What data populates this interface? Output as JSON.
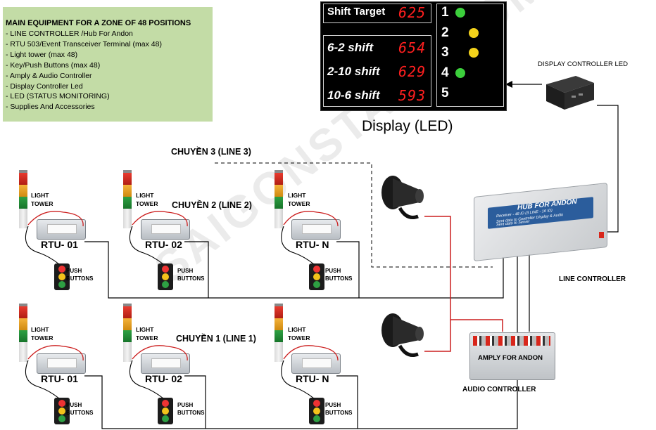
{
  "equipment": {
    "title": "MAIN EQUIPMENT FOR A ZONE OF 48 POSITIONS",
    "items": [
      "- LINE CONTROLLER /Hub For Andon",
      "- RTU 503/Event Transceiver Terminal (max 48)",
      "- Light tower (max 48)",
      "- Key/Push Buttons (max 48)",
      "- Amply & Audio Controller",
      "- Display Controller Led",
      "- LED (STATUS MONITORING)",
      "- Supplies And Accessories"
    ]
  },
  "display": {
    "caption": "Display (LED)",
    "shift_target_label": "Shift Target",
    "shift_target_value": "625",
    "shifts": [
      {
        "label": "6-2  shift",
        "value": "654"
      },
      {
        "label": "2-10 shift",
        "value": "629"
      },
      {
        "label": "10-6 shift",
        "value": "593"
      }
    ],
    "rows": [
      {
        "num": "1",
        "color": "#3ccf3c"
      },
      {
        "num": "2",
        "color": "#f3d21b"
      },
      {
        "num": "3",
        "color": "#f3d21b"
      },
      {
        "num": "4",
        "color": "#3ccf3c"
      },
      {
        "num": "5",
        "color": ""
      }
    ]
  },
  "labels": {
    "display_controller": "DISPLAY CONTROLLER LED",
    "line3": "CHUYỀN 3 (LINE 3)",
    "line2": "CHUYỀN 2 (LINE 2)",
    "line1": "CHUYỀN 1 (LINE 1)",
    "light": "LIGHT",
    "tower": "TOWER",
    "push": "PUSH",
    "buttons": "BUTTONS",
    "line_controller": "LINE CONTROLLER",
    "audio_controller": "AUDIO CONTROLLER",
    "hub_title": "HUB FOR ANDON",
    "hub_sub1": "Receiver - 48 ID (3 LINE - 16 ID)",
    "hub_sub2": "Sent data to Controller Display & Audio",
    "hub_sub3": "Sent data to Server",
    "amp_title": "AMPLY FOR ANDON",
    "watermark": "SAIGONSTAR2.COM"
  },
  "rtus": {
    "top": [
      "RTU- 01",
      "RTU- 02",
      "RTU- N"
    ],
    "bottom": [
      "RTU- 01",
      "RTU- 02",
      "RTU- N"
    ]
  },
  "colors": {
    "equip_bg": "#c3dca6",
    "led_red": "#ff1f1f",
    "wire_red": "#cc1f1f",
    "hub_blue": "#2b5d9c"
  }
}
